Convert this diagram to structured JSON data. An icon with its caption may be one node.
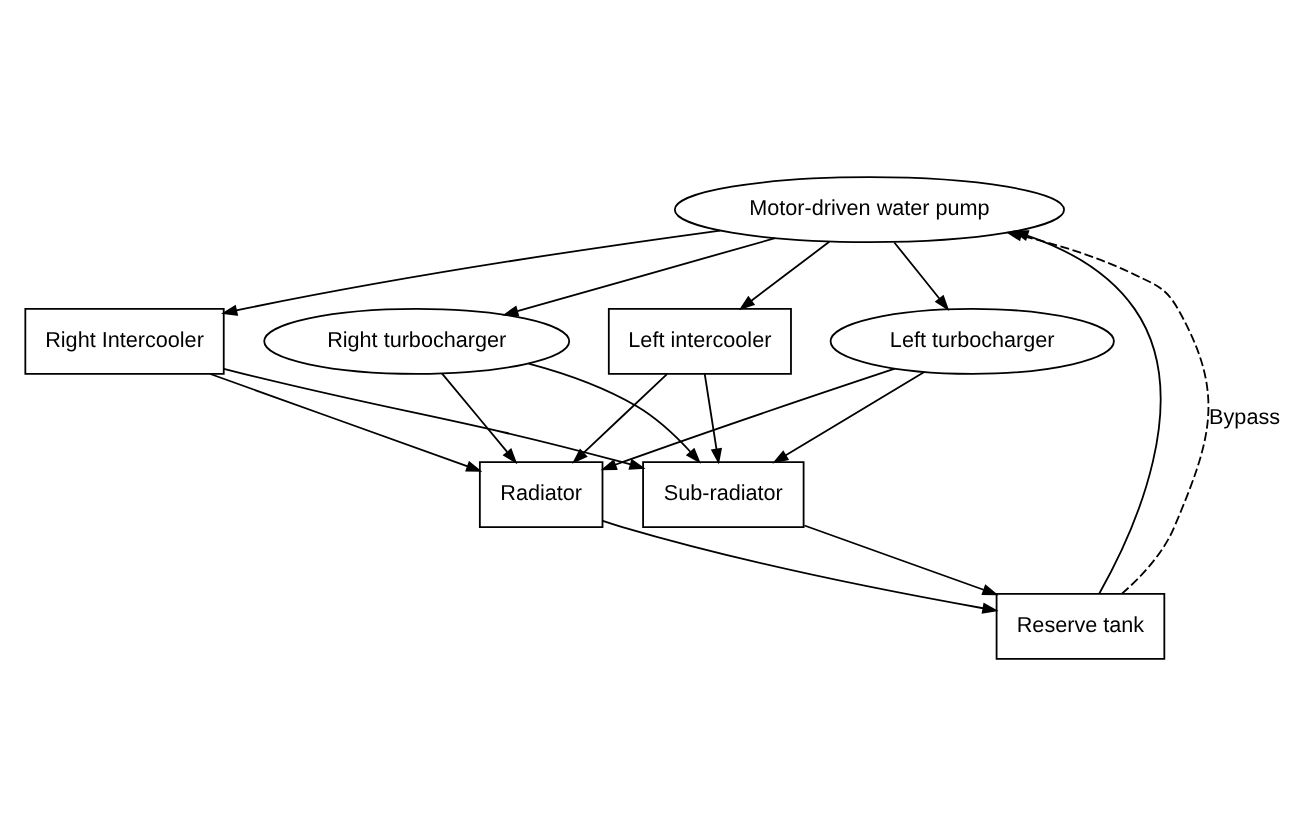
{
  "diagram": {
    "nodes": [
      {
        "text": [
          "Motor-driven water pump"
        ]
      },
      {
        "text": [
          "Left turbocharger"
        ]
      },
      {
        "text": [
          "Left intercooler"
        ]
      },
      {
        "text": [
          "Right Intercooler"
        ]
      },
      {
        "text": [
          "Right turbocharger"
        ]
      },
      {
        "text": [
          "Radiator"
        ]
      },
      {
        "text": [
          "Sub-radiator"
        ]
      },
      {
        "text": [
          "Reserve tank"
        ]
      }
    ],
    "edges": [
      {
        "from": 0,
        "to": 1,
        "arrow": "to"
      },
      {
        "from": 0,
        "to": 2,
        "arrow": "to"
      },
      {
        "from": 0,
        "to": 3,
        "arrow": "to"
      },
      {
        "from": 0,
        "to": 4,
        "arrow": "to"
      },
      {
        "from": 1,
        "to": 5,
        "arrow": "to"
      },
      {
        "from": 1,
        "to": 6,
        "arrow": "to"
      },
      {
        "from": 2,
        "to": 5,
        "arrow": "to"
      },
      {
        "from": 2,
        "to": 6,
        "arrow": "to"
      },
      {
        "from": 3,
        "to": 5,
        "arrow": "to"
      },
      {
        "from": 3,
        "to": 6,
        "arrow": "to"
      },
      {
        "from": 4,
        "to": 5,
        "arrow": "to"
      },
      {
        "from": 4,
        "to": 6,
        "arrow": "to"
      },
      {
        "from": 5,
        "to": 7,
        "arrow": "to"
      },
      {
        "from": 6,
        "to": 7,
        "arrow": "to"
      },
      {
        "from": 7,
        "to": 0,
        "arrow": "to"
      },
      {
        "from": 7,
        "to": 0,
        "arrow": "to",
        "style": "dashed",
        "label": "Bypass"
      }
    ]
  }
}
